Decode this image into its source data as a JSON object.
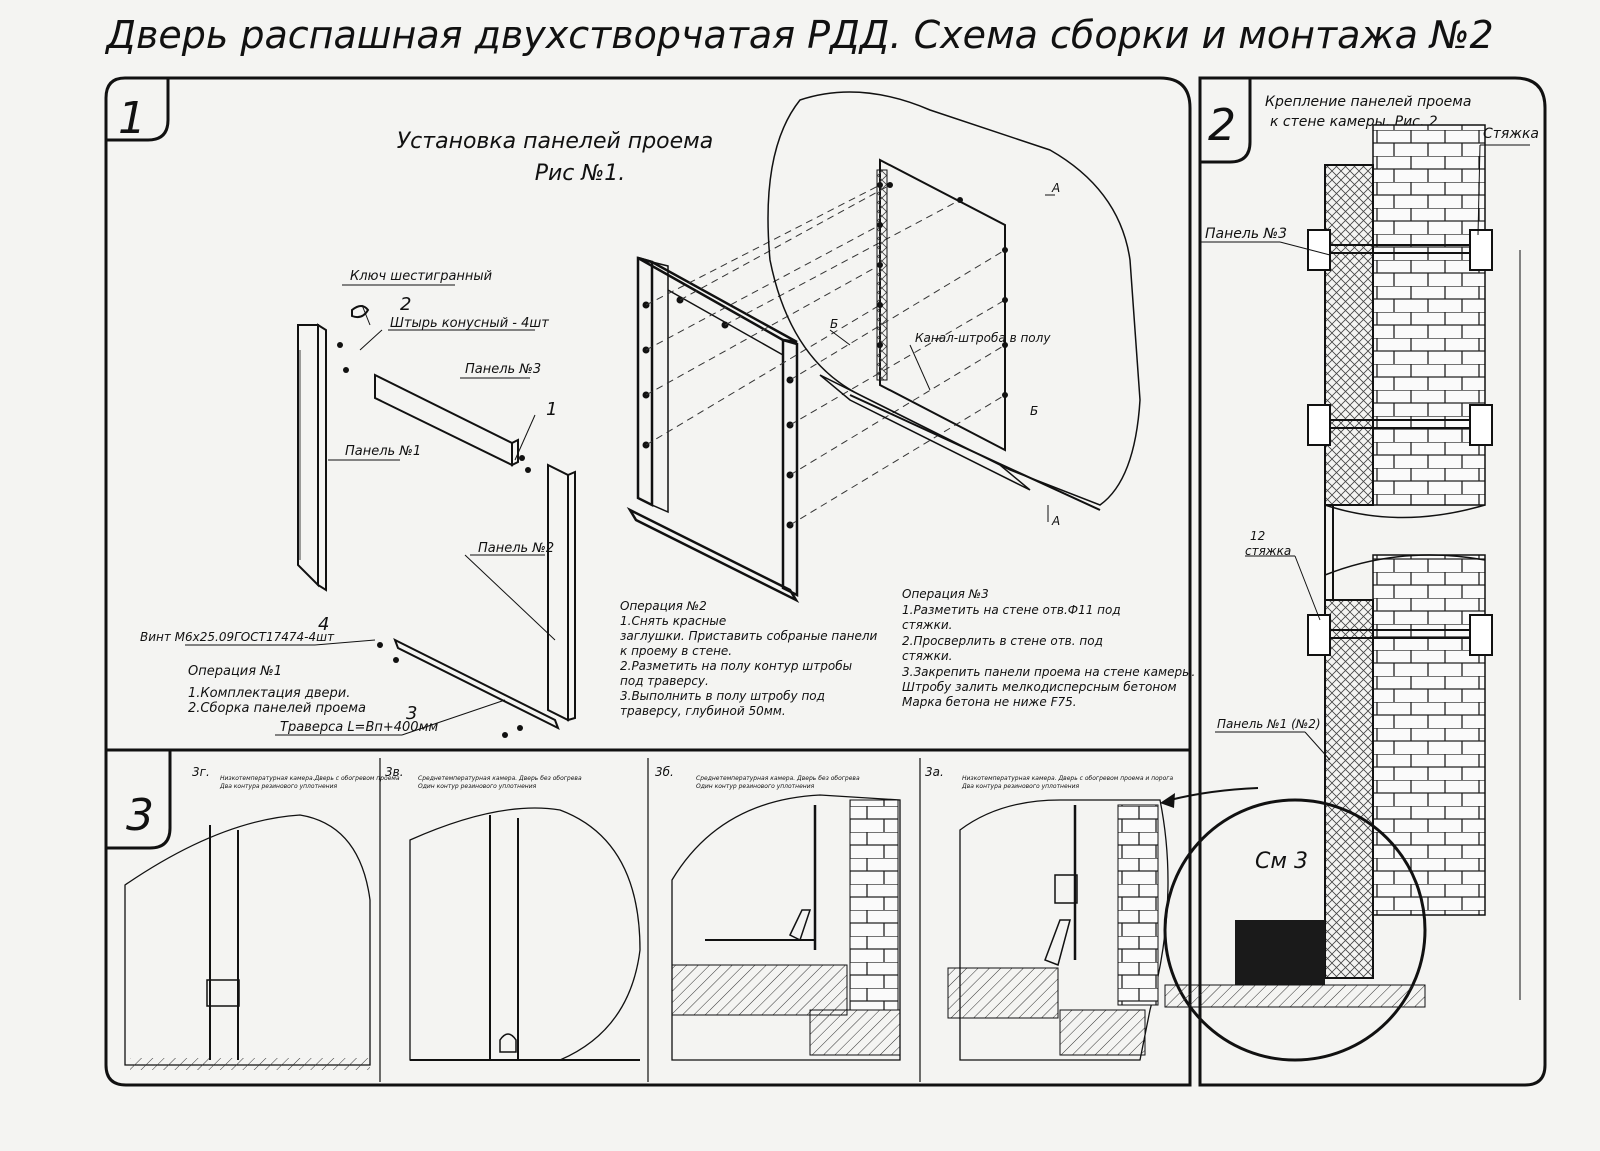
{
  "title": "Дверь распашная двухстворчатая РДД. Схема сборки и монтажа №2",
  "sections": {
    "s1": {
      "number": "1",
      "heading": "Установка панелей проема",
      "figure": "Рис №1.",
      "callouts": {
        "key": "Ключ шестигранный",
        "pin_no": "2",
        "pin": "Штырь конусный - 4шт",
        "panel3": "Панель №3",
        "one": "1",
        "panel1": "Панель №1",
        "panel2": "Панель №2",
        "screw_no": "4",
        "screw": "Винт М6х25.09ГОСТ17474-4шт",
        "beam_no": "3",
        "beam": "Траверса  L=Bп+400мм",
        "channel": "Канал-штроба в полу",
        "mark_a": "А",
        "mark_b": "Б"
      },
      "op1": {
        "title": "Операция №1",
        "lines": [
          "1.Комплектация двери.",
          "2.Сборка панелей проема"
        ]
      },
      "op2": {
        "title": "Операция №2",
        "lines": [
          "1.Снять красные",
          "заглушки. Приставить собраные панели",
          "к проему в стене.",
          "2.Разметить на полу контур штробы",
          "под траверсу.",
          "3.Выполнить в полу штробу под",
          "траверсу, глубиной 50мм."
        ]
      },
      "op3": {
        "title": "Операция №3",
        "lines": [
          "1.Разметить на стене отв.Ф11 под",
          "стяжки.",
          "2.Просверлить в стене отв.   под",
          "стяжки.",
          "3.Закрепить панели проема на стене камеры.",
          "Штробу залить мелкодисперсным бетоном",
          "Марка бетона не ниже   F75."
        ]
      }
    },
    "s2": {
      "number": "2",
      "heading": [
        "Крепление панелей проема",
        "к стене камеры. Рис. 2"
      ],
      "labels": {
        "tie": "Стяжка",
        "panel3": "Панель №3",
        "tie_no": "12",
        "tie2": "стяжка",
        "panel12": "Панель №1 (№2)",
        "see": "См 3"
      }
    },
    "s3": {
      "number": "3",
      "variants": [
        {
          "id": "3г.",
          "note": [
            "Низкотемпературная камера.Дверь с обогревом проема",
            "Два контура резинового уплотнения"
          ]
        },
        {
          "id": "3в.",
          "note": [
            "Среднетемпературная камера. Дверь без обогрева",
            "Один контур резинового уплотнения"
          ]
        },
        {
          "id": "3б.",
          "note": [
            "Среднетемпературная камера. Дверь без обогрева",
            "Один контур резинового уплотнения"
          ]
        },
        {
          "id": "3а.",
          "note": [
            "Низкотемпературная камера. Дверь с обогревом проема и порога",
            "Два контура резинового уплотнения"
          ]
        }
      ]
    }
  }
}
